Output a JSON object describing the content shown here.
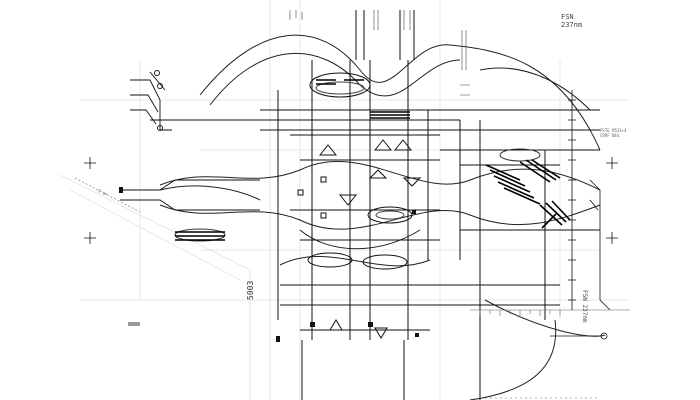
{
  "labels": {
    "fsn": "FSN",
    "fsn_range": "237nm",
    "right_code": "PSTE M531+4",
    "right_code2": "CRRF BE4",
    "side_fsn": "FSN",
    "side_range": "237nm",
    "bottom_code": "5003",
    "left_code": "E 0F"
  },
  "colors": {
    "background": "#ffffff",
    "ink": "#111111",
    "mid": "#666666",
    "faint": "#bbbbbb"
  }
}
